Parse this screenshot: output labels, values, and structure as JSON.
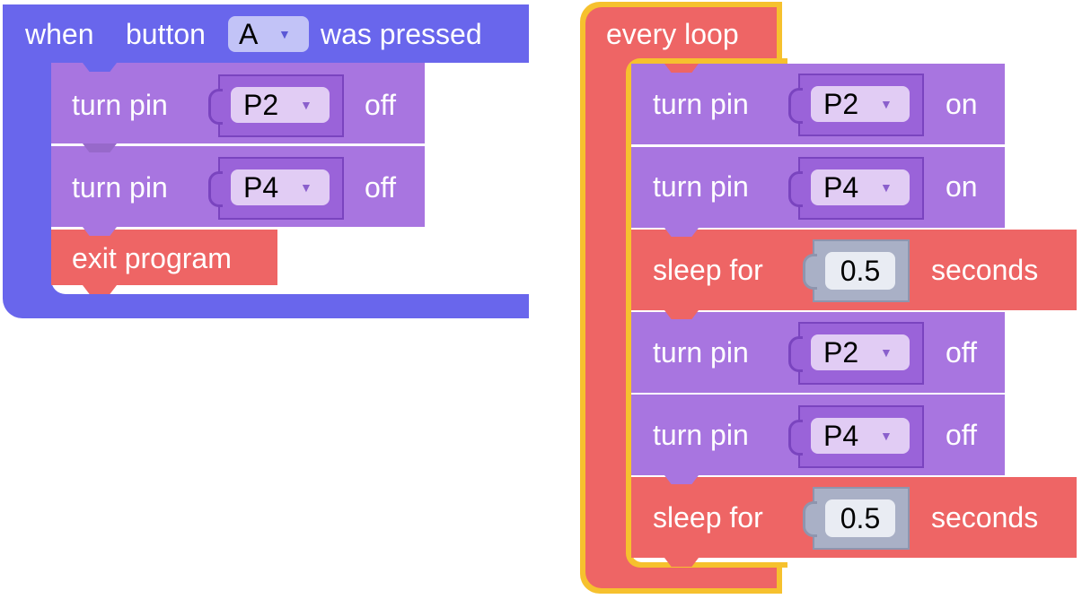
{
  "event_block": {
    "when": "when",
    "button": "button",
    "button_value": "A",
    "was_pressed": "was pressed",
    "rows": [
      {
        "label": "turn pin",
        "pin": "P2",
        "state": "off"
      },
      {
        "label": "turn pin",
        "pin": "P4",
        "state": "off"
      }
    ],
    "exit": "exit program"
  },
  "loop_block": {
    "title": "every loop",
    "rows": [
      {
        "label": "turn pin",
        "pin": "P2",
        "state": "on"
      },
      {
        "label": "turn pin",
        "pin": "P4",
        "state": "on"
      },
      {
        "label": "sleep for",
        "value": "0.5",
        "unit": "seconds"
      },
      {
        "label": "turn pin",
        "pin": "P2",
        "state": "off"
      },
      {
        "label": "turn pin",
        "pin": "P4",
        "state": "off"
      },
      {
        "label": "sleep for",
        "value": "0.5",
        "unit": "seconds"
      }
    ]
  },
  "colors": {
    "event": "#6966EC",
    "pin": "#A875E0",
    "red": "#EE6565",
    "highlight": "#F6C12E"
  },
  "icons": {
    "dropdown": "triangle-down-icon"
  }
}
